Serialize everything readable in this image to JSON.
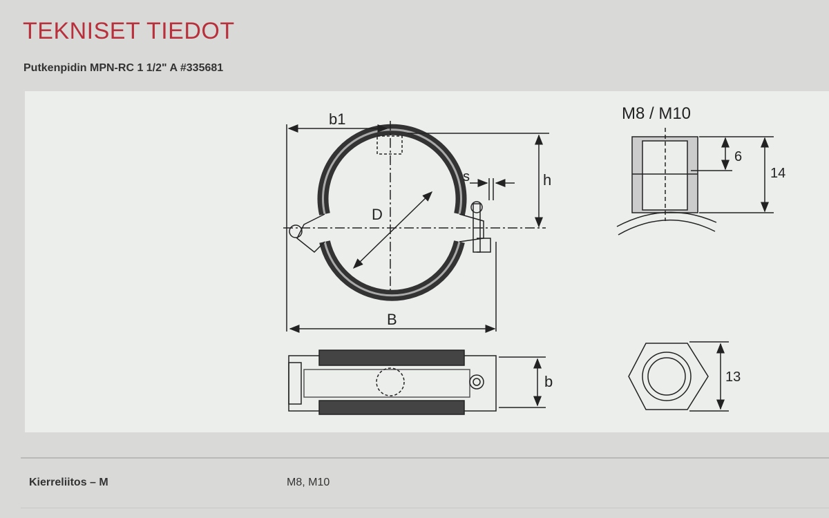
{
  "header": {
    "title": "TEKNISET TIEDOT",
    "subtitle": "Putkenpidin MPN-RC 1 1/2\" A #335681"
  },
  "diagram": {
    "labels": {
      "b1": "b1",
      "h": "h",
      "s": "s",
      "D": "D",
      "B": "B",
      "b": "b",
      "thread": "M8 / M10",
      "dim6": "6",
      "dim14": "14",
      "dim13": "13"
    }
  },
  "specs": [
    {
      "label": "Kierreliitos – M",
      "value": "M8, M10"
    }
  ],
  "colors": {
    "title": "#b8303c",
    "text": "#333333"
  }
}
